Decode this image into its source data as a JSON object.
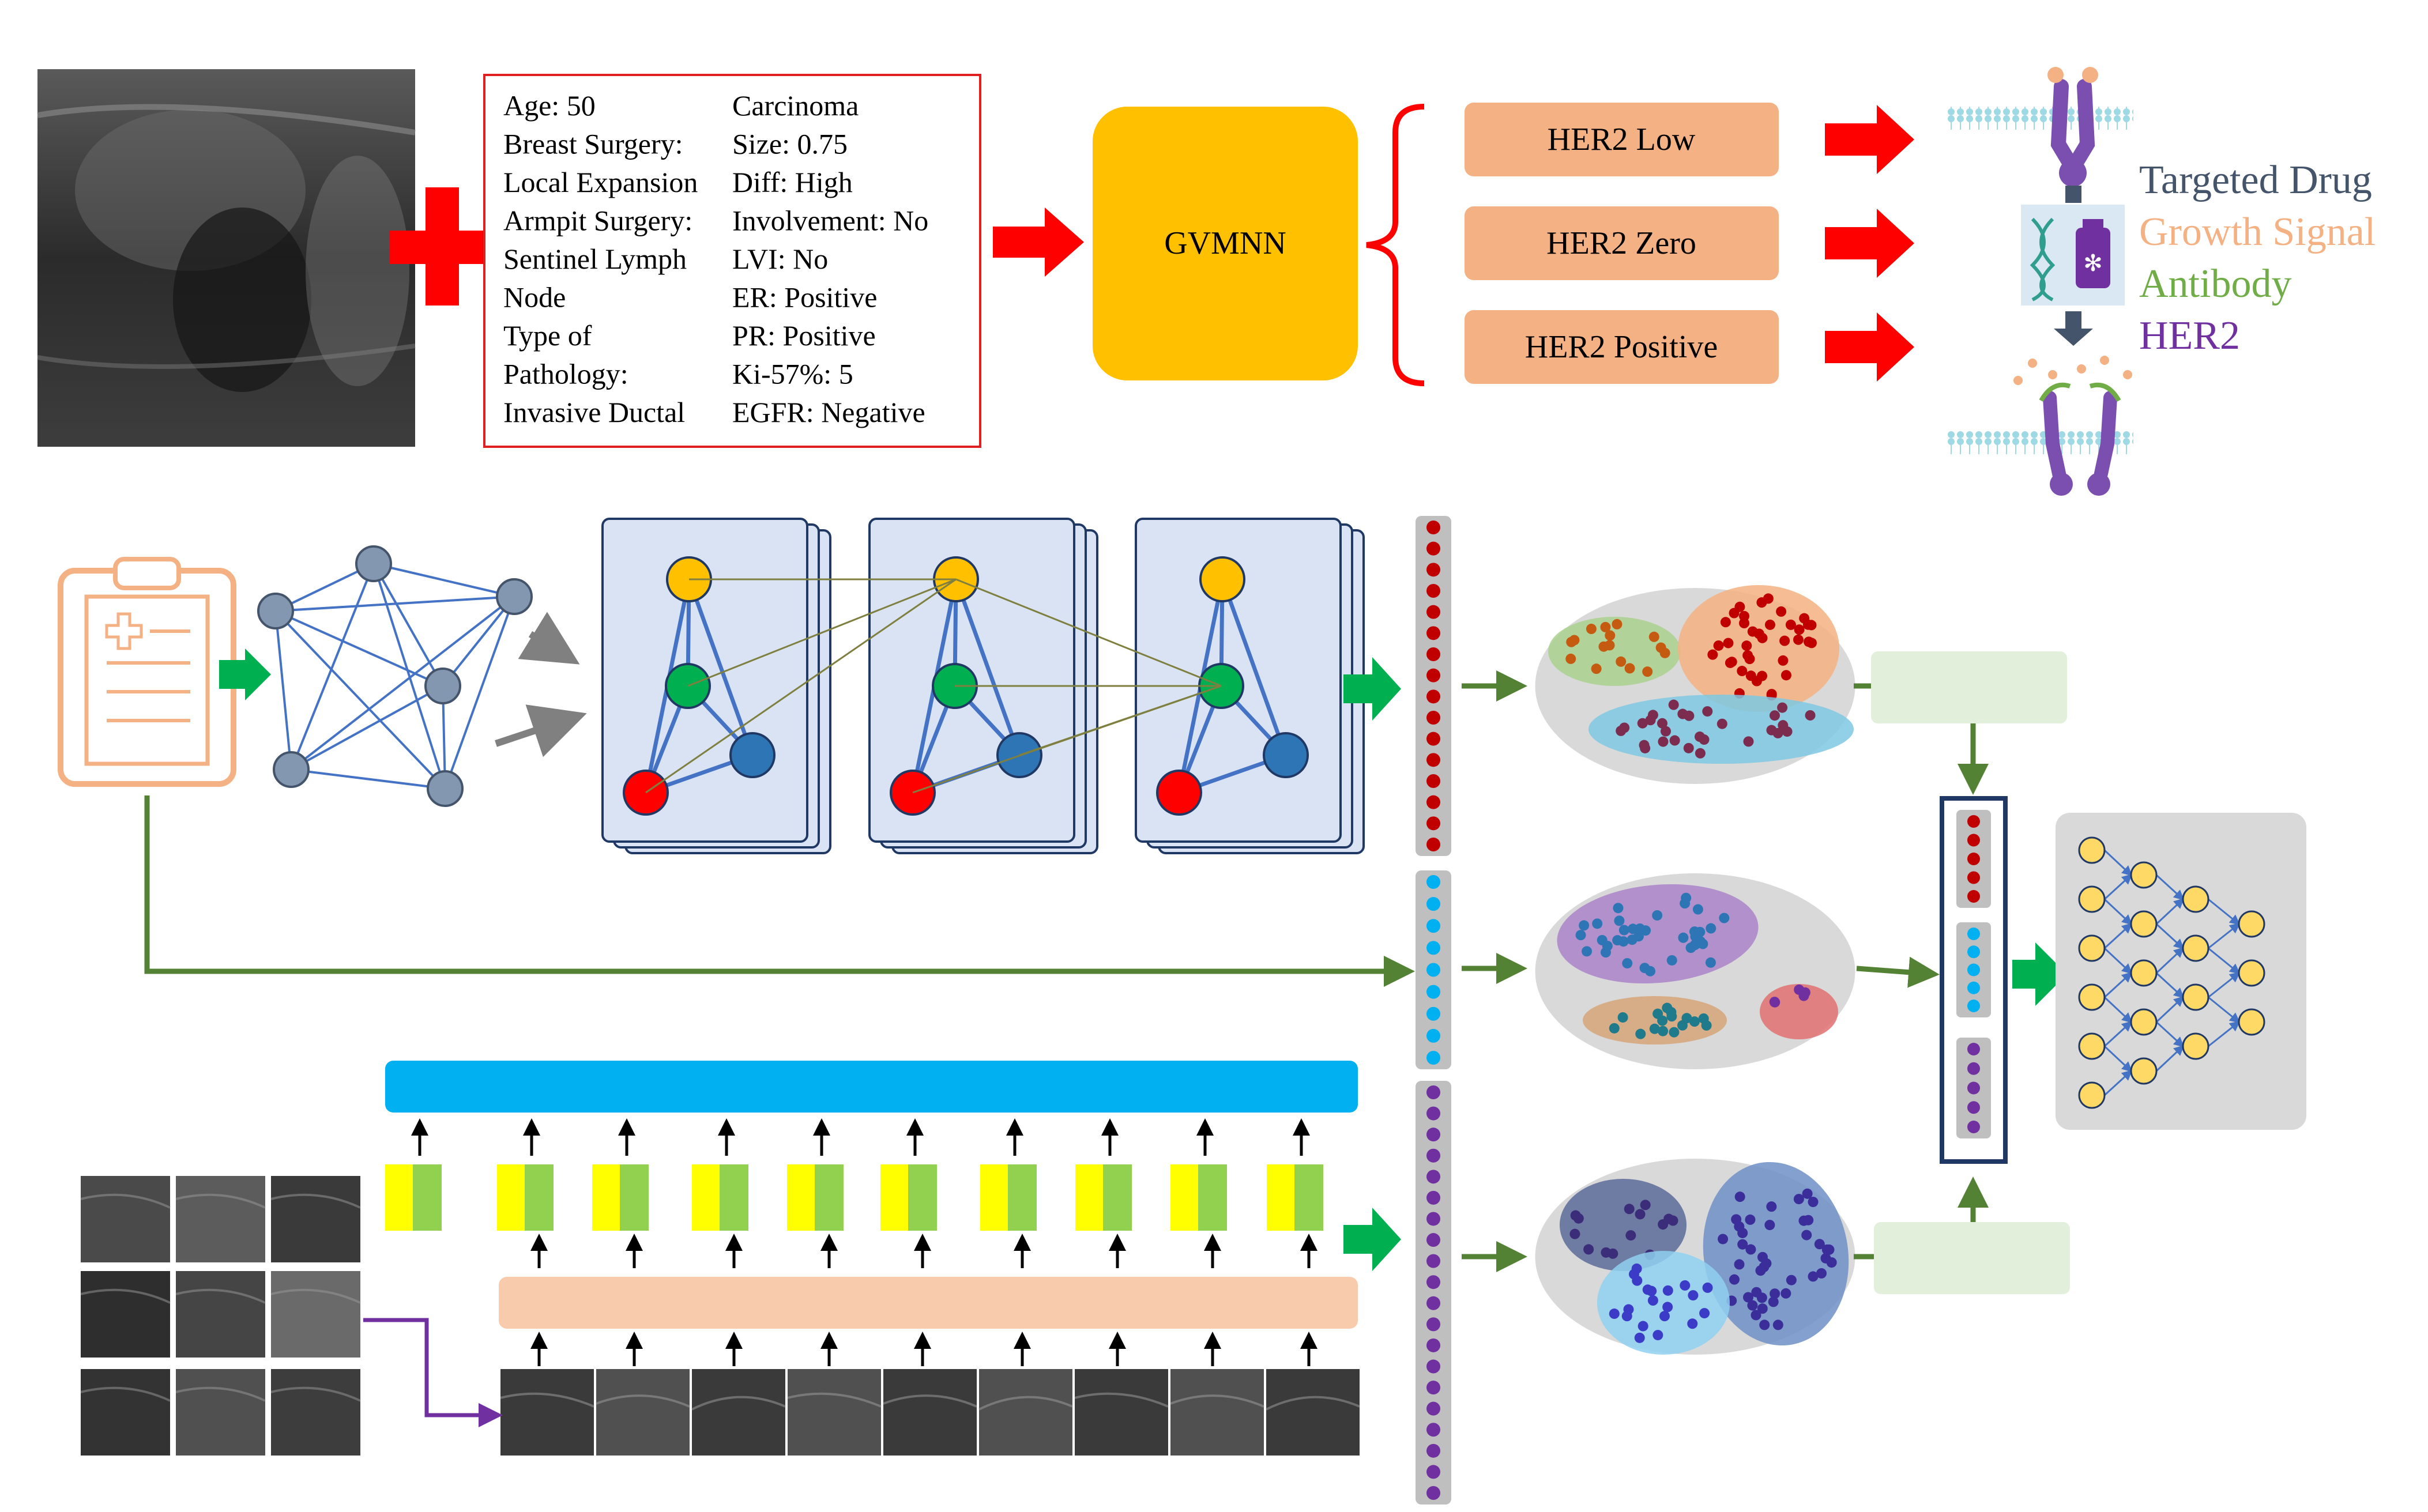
{
  "clinical_table": {
    "col1": [
      "Age: 50",
      "Breast Surgery:",
      "Local Expansion",
      "Armpit Surgery:",
      "Sentinel Lymph",
      "Node",
      "Type of",
      "Pathology:",
      "Invasive Ductal"
    ],
    "col2": [
      "Carcinoma",
      "Size: 0.75",
      "Diff: High",
      "Involvement: No",
      "LVI: No",
      "ER: Positive",
      "PR: Positive",
      "Ki-57%: 5",
      "EGFR: Negative"
    ]
  },
  "model": {
    "label": "GVMNN"
  },
  "outputs": [
    {
      "label": "HER2 Low"
    },
    {
      "label": "HER2 Zero"
    },
    {
      "label": "HER2 Positive"
    }
  ],
  "legend": [
    {
      "label": "Targeted Drug",
      "color": "#44546a"
    },
    {
      "label": "Growth Signal",
      "color": "#f4b183"
    },
    {
      "label": "Antibody",
      "color": "#70ad47"
    },
    {
      "label": "HER2",
      "color": "#7030a0"
    }
  ],
  "colors": {
    "red_arrow": "#ff0000",
    "gold_box": "#ffc000",
    "salmon_box": "#f4b183",
    "green_arrow": "#00b050",
    "olive_line": "#548235",
    "blue_bar": "#00b0f0",
    "peach_bar": "#f8cbad",
    "yellow_token": "#ffff00",
    "green_token": "#92d050",
    "dot_red": "#c00000",
    "dot_cyan": "#00b0f0",
    "dot_purple": "#7030a0",
    "node_gray": "#8497b0",
    "node_yellow": "#ffc000",
    "node_green": "#00b050",
    "node_red": "#ff0000",
    "node_blue": "#2e75b6"
  }
}
